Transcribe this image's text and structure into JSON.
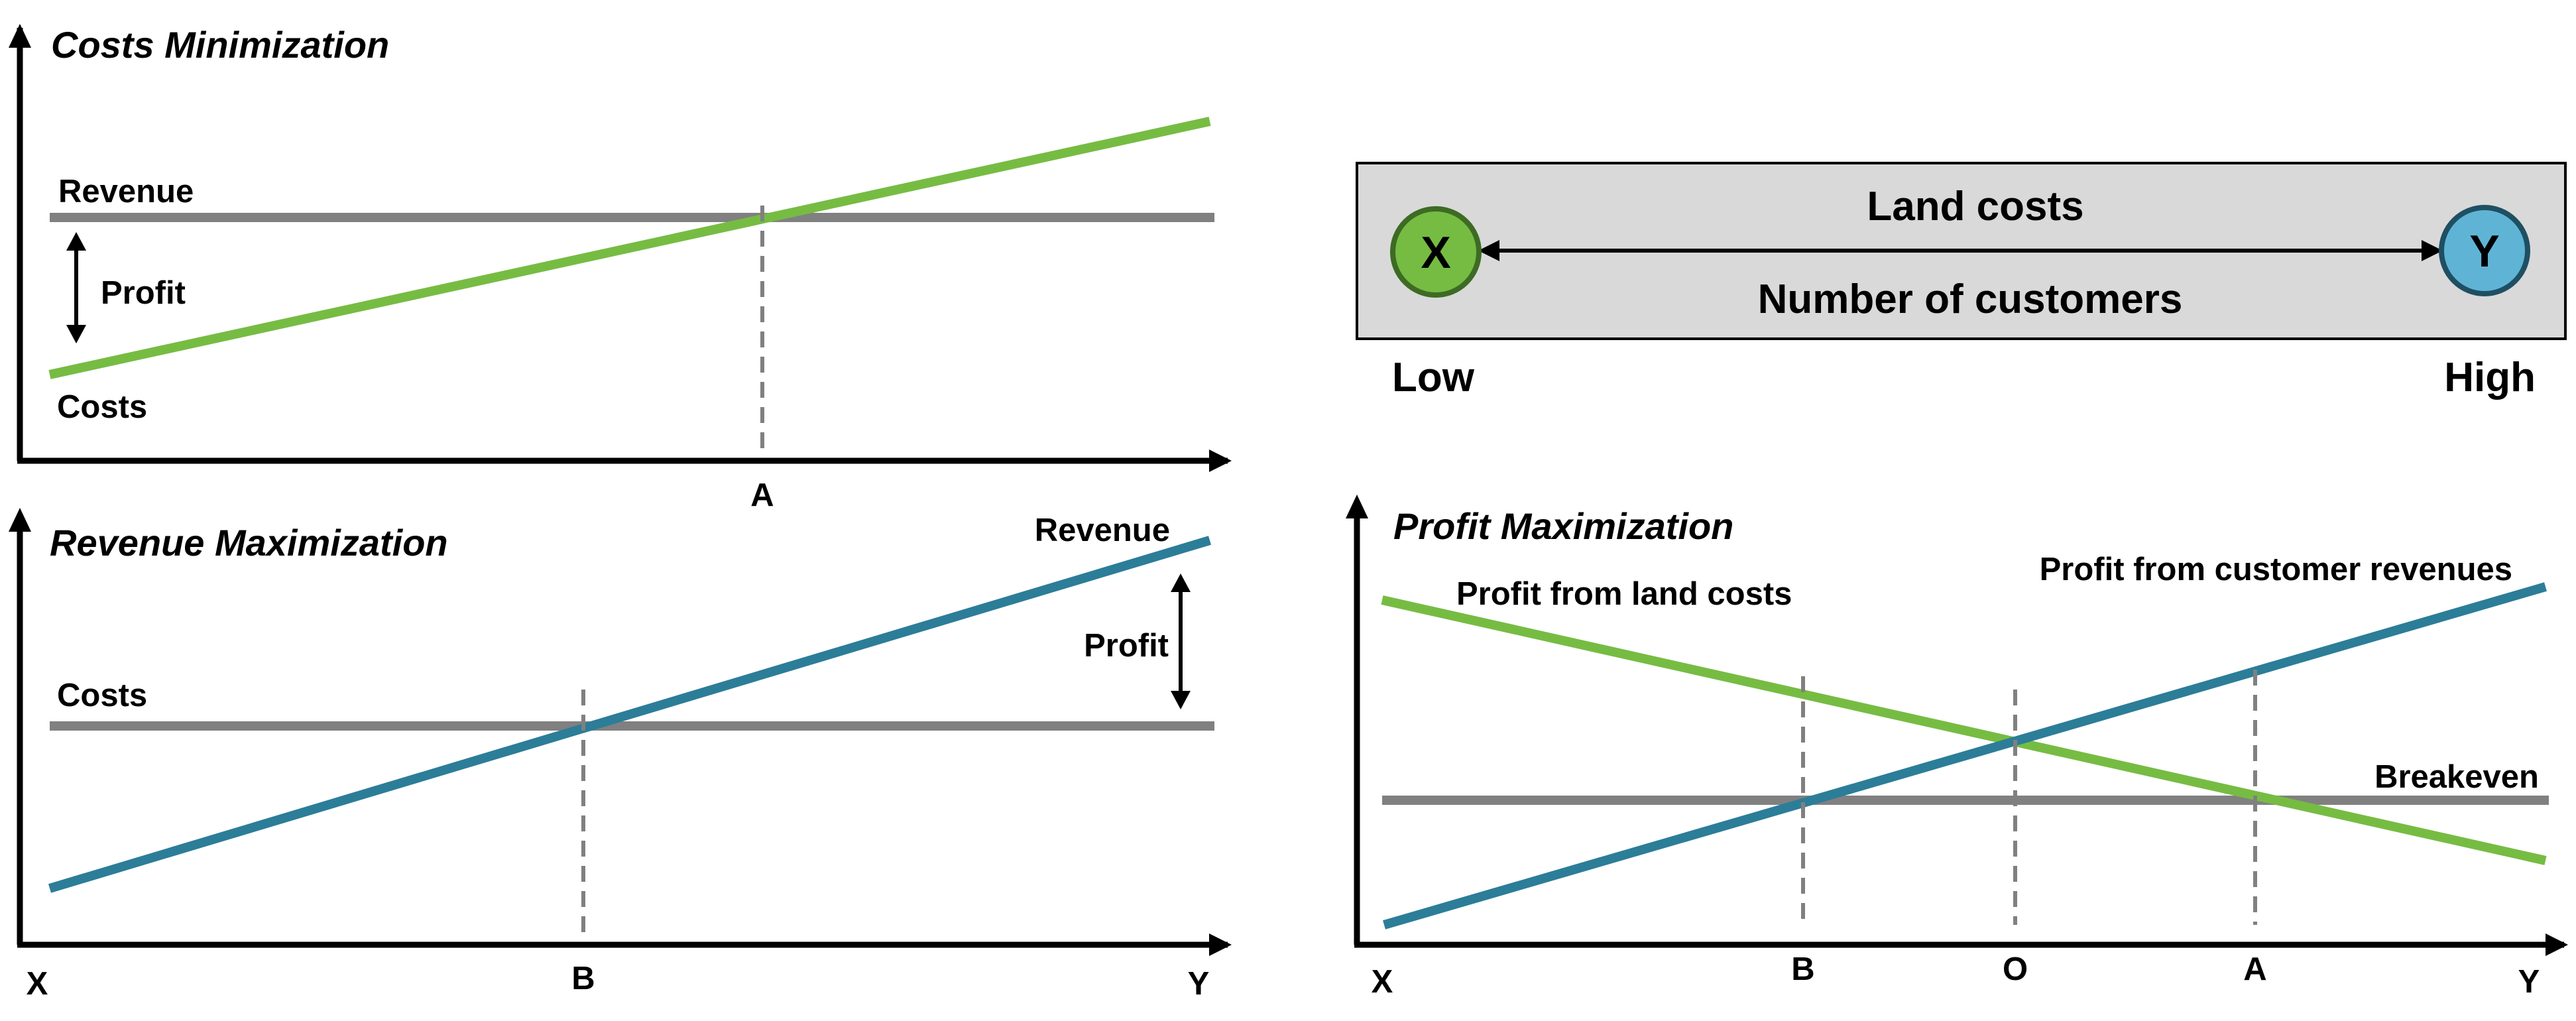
{
  "colors": {
    "green": "#76bc43",
    "blue": "#2c7d98",
    "gray": "#808080",
    "dash": "#808080",
    "panel_bg": "#d9d9d9",
    "x_circle": "#76bc43",
    "y_circle": "#5fb4d6"
  },
  "costs_min": {
    "title": "Costs Minimization",
    "revenue_label": "Revenue",
    "profit_label": "Profit",
    "costs_label": "Costs",
    "point_a": "A"
  },
  "revenue_max": {
    "title": "Revenue Maximization",
    "revenue_label": "Revenue",
    "profit_label": "Profit",
    "costs_label": "Costs",
    "x_label": "X",
    "point_b": "B",
    "y_label": "Y"
  },
  "legend": {
    "land_costs": "Land costs",
    "customers": "Number of customers",
    "x": "X",
    "y": "Y",
    "low": "Low",
    "high": "High"
  },
  "profit_max": {
    "title": "Profit Maximization",
    "land_label": "Profit from land costs",
    "customer_label": "Profit from customer revenues",
    "breakeven_label": "Breakeven",
    "x_label": "X",
    "point_b": "B",
    "point_o": "O",
    "point_a": "A",
    "y_label": "Y"
  }
}
